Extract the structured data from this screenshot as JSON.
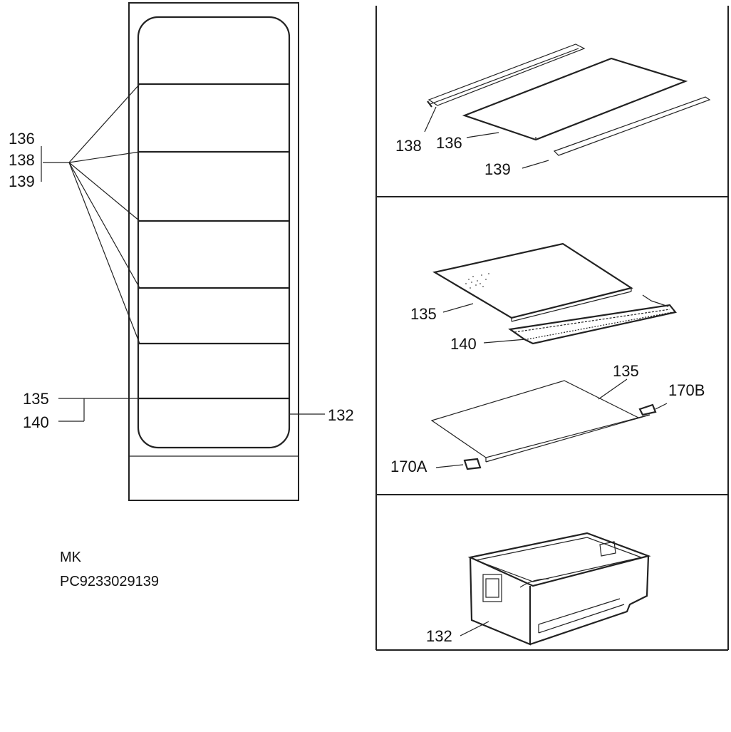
{
  "callouts": {
    "left_group": [
      "136",
      "138",
      "139"
    ],
    "left_lower": [
      "135",
      "140"
    ],
    "left_right": "132",
    "panel1": {
      "rail_left": "138",
      "shelf": "136",
      "rail_front": "139"
    },
    "panel2": {
      "glass": "135",
      "trim": "140",
      "cover": "135",
      "clip_right": "170B",
      "clip_left": "170A"
    },
    "panel3": {
      "drawer": "132"
    }
  },
  "caption": {
    "line1": "MK",
    "line2": "PC9233029139"
  }
}
